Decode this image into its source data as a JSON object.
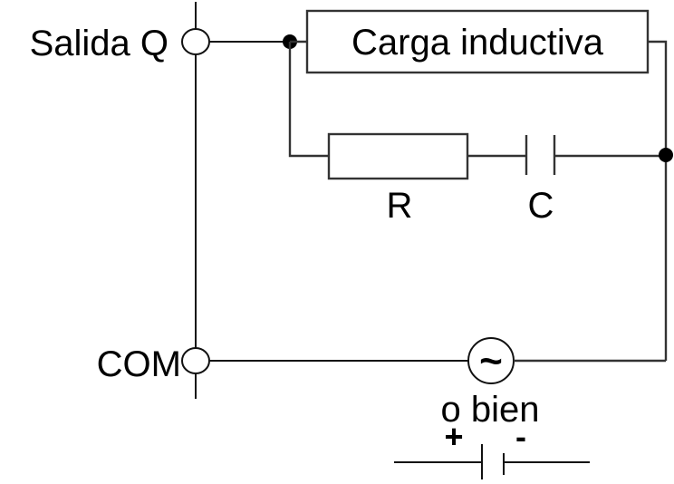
{
  "diagram": {
    "labels": {
      "output_terminal": "Salida Q",
      "common_terminal": "COM",
      "load": "Carga inductiva",
      "resistor": "R",
      "capacitor": "C",
      "ac_source_symbol": "~",
      "alternative": "o bien",
      "plus": "+",
      "minus": "-"
    },
    "components": [
      {
        "id": "terminal-q",
        "type": "terminal",
        "label": "Salida Q"
      },
      {
        "id": "terminal-com",
        "type": "terminal",
        "label": "COM"
      },
      {
        "id": "load",
        "type": "inductive-load",
        "label": "Carga inductiva"
      },
      {
        "id": "resistor",
        "type": "resistor",
        "label": "R"
      },
      {
        "id": "capacitor",
        "type": "capacitor",
        "label": "C"
      },
      {
        "id": "ac-source",
        "type": "ac-voltage-source",
        "label": "~"
      },
      {
        "id": "dc-source",
        "type": "dc-battery",
        "label": "+ / -"
      }
    ],
    "colors": {
      "line": "#333333",
      "text": "#000000",
      "background": "#ffffff"
    }
  }
}
